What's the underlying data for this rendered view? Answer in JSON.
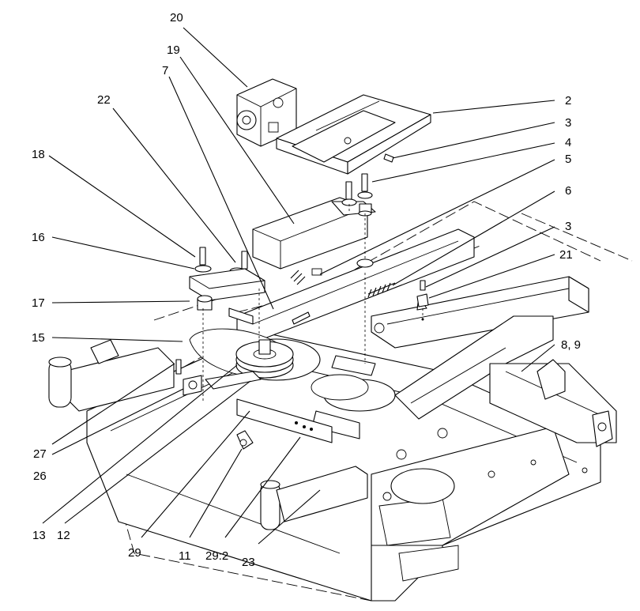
{
  "diagram": {
    "callouts": [
      {
        "id": "20",
        "label": "20"
      },
      {
        "id": "19",
        "label": "19"
      },
      {
        "id": "7",
        "label": "7"
      },
      {
        "id": "22",
        "label": "22"
      },
      {
        "id": "18",
        "label": "18"
      },
      {
        "id": "16",
        "label": "16"
      },
      {
        "id": "17",
        "label": "17"
      },
      {
        "id": "15",
        "label": "15"
      },
      {
        "id": "2",
        "label": "2"
      },
      {
        "id": "3a",
        "label": "3"
      },
      {
        "id": "4",
        "label": "4"
      },
      {
        "id": "5",
        "label": "5"
      },
      {
        "id": "6",
        "label": "6"
      },
      {
        "id": "3b",
        "label": "3"
      },
      {
        "id": "21",
        "label": "21"
      },
      {
        "id": "8-9",
        "label": "8, 9"
      },
      {
        "id": "27",
        "label": "27"
      },
      {
        "id": "26",
        "label": "26"
      },
      {
        "id": "13",
        "label": "13"
      },
      {
        "id": "12",
        "label": "12"
      },
      {
        "id": "29",
        "label": "29"
      },
      {
        "id": "11",
        "label": "11"
      },
      {
        "id": "29-2",
        "label": "29:2"
      },
      {
        "id": "23",
        "label": "23"
      }
    ]
  }
}
